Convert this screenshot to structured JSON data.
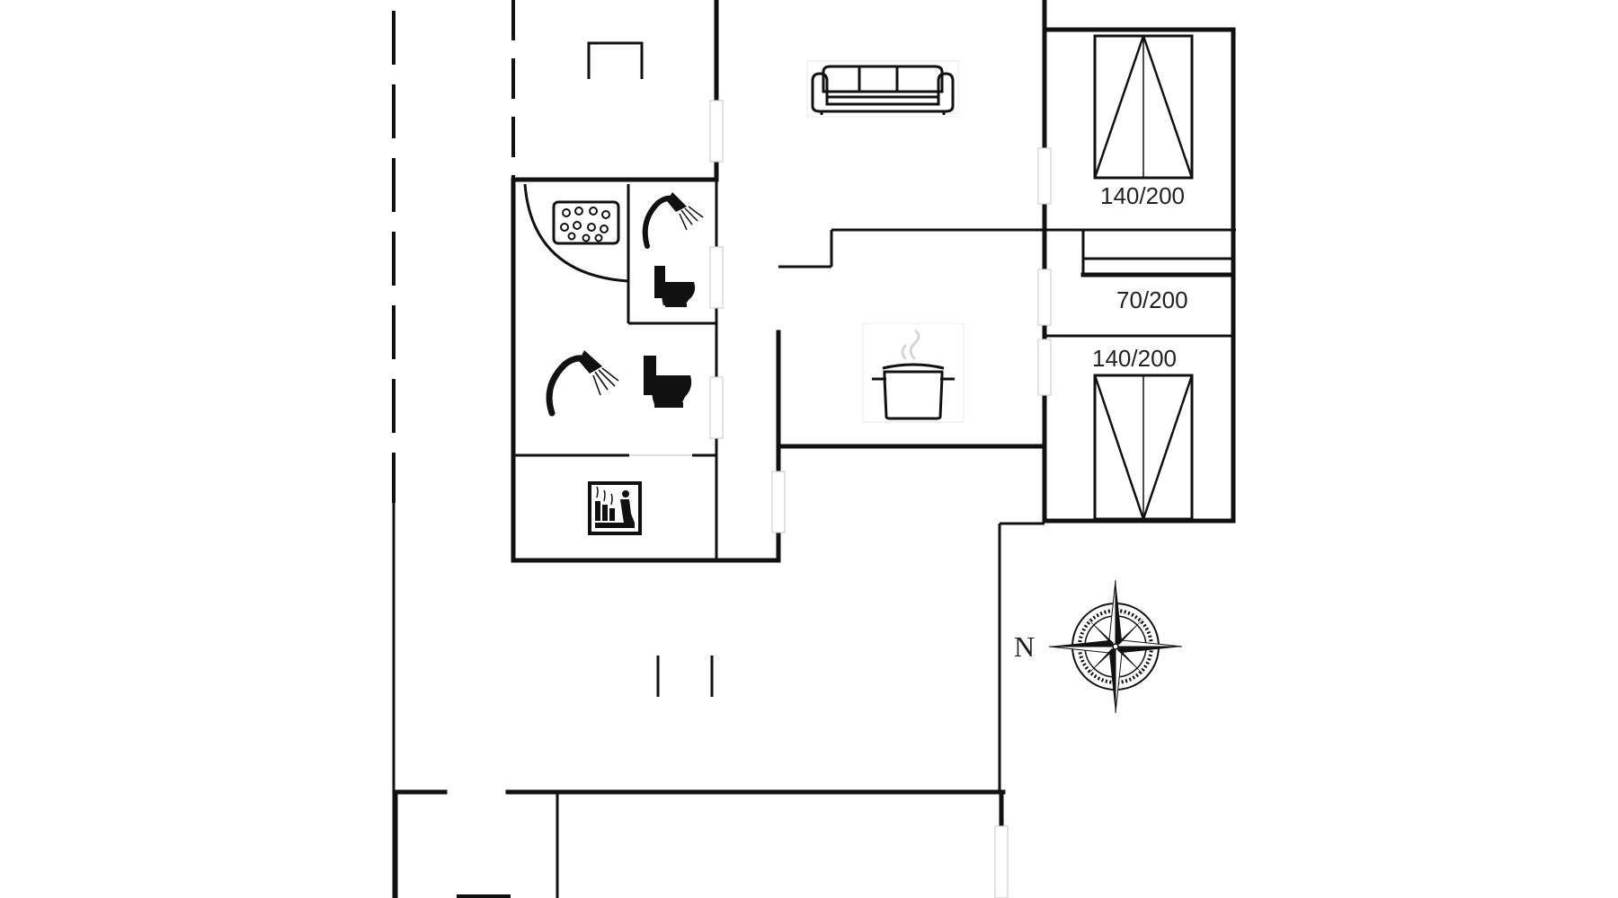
{
  "floorplan": {
    "bed_labels": {
      "top_bedroom": "140/200",
      "middle_bedroom": "70/200",
      "bottom_bedroom": "140/200"
    },
    "compass": {
      "north_label": "N"
    },
    "icons": [
      "sofa-icon",
      "spa-hot-tub-icon",
      "shower-icon",
      "toilet-icon",
      "cooking-pot-icon",
      "sauna-icon",
      "compass-rose-icon",
      "double-bed-icon",
      "single-bed-icon"
    ],
    "colors": {
      "wall": "#111111",
      "background": "#ffffff"
    }
  }
}
